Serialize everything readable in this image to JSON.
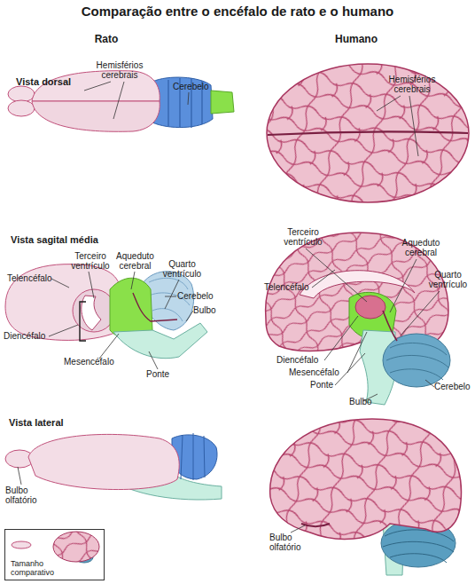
{
  "diagram": {
    "title": "Comparação entre o encéfalo de rato e o humano",
    "nodes": [
      {
        "text": [
          "Tamanho comparativo"
        ]
      }
    ],
    "labels": [
      "Rato",
      "Humano",
      "Vista dorsal",
      "Hemisférios cerebrais",
      "Cerebelo",
      "Hemisférios cerebrais",
      "Vista sagital média",
      "Terceiro ventrículo",
      "Aqueduto cerebral",
      "Quarto ventrículo",
      "Telencéfalo",
      "Cerebelo",
      "Bulbo",
      "Diencéfalo",
      "Mesencéfalo",
      "Ponte",
      "Terceiro ventrículo",
      "Aqueduto cerebral",
      "Telencéfalo",
      "Quarto ventrículo",
      "Diencéfalo",
      "Mesencéfalo",
      "Ponte",
      "Cerebelo",
      "Bulbo",
      "Vista lateral",
      "Bulbo olfatório",
      "Bulbo olfatório"
    ]
  }
}
